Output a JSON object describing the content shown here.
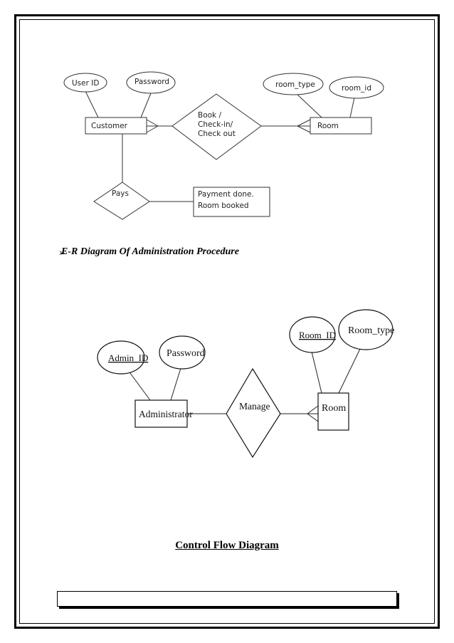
{
  "diagram1": {
    "attributes": {
      "user_id": "User ID",
      "password": "Password",
      "room_type": "room_type",
      "room_id": "room_id"
    },
    "entities": {
      "customer": "Customer",
      "room": "Room",
      "payment": [
        "Payment done.",
        "Room booked"
      ]
    },
    "relationships": {
      "book": [
        "Book /",
        "Check-in/",
        "Check out"
      ],
      "pays": "Pays"
    }
  },
  "section_heading": "E-R Diagram Of  Administration Procedure",
  "diagram2": {
    "attributes": {
      "admin_id": "Admin_ID",
      "password": "Password",
      "room_id": "Room_ID",
      "room_type": "Room_type"
    },
    "entities": {
      "administrator": "Administrator",
      "room": "Room"
    },
    "relationships": {
      "manage": "Manage"
    }
  },
  "control_flow_title": "Control Flow Diagram"
}
